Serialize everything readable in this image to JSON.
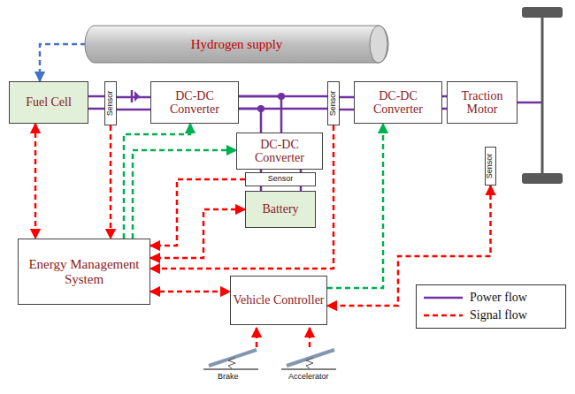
{
  "diagram": {
    "nodes": [
      {
        "text": [
          "Hydrogen supply"
        ]
      },
      {
        "text": [
          "Fuel Cell"
        ]
      },
      {
        "text": [
          "Sensor"
        ]
      },
      {
        "text": [
          "DC-DC Converter"
        ]
      },
      {
        "text": [
          "Sensor"
        ]
      },
      {
        "text": [
          "DC-DC Converter"
        ]
      },
      {
        "text": [
          "Traction Motor"
        ]
      },
      {
        "text": [
          "DC-DC Converter"
        ]
      },
      {
        "text": [
          "Sensor"
        ]
      },
      {
        "text": [
          "Battery"
        ]
      },
      {
        "text": [
          "Sensor"
        ]
      },
      {
        "text": [
          "Energy Management System"
        ]
      },
      {
        "text": [
          "Vehicle Controller"
        ]
      }
    ],
    "edges": [
      {
        "from": 0,
        "to": 1,
        "arrow": "to"
      },
      {
        "from": 1,
        "to": 2,
        "arrow": "none"
      },
      {
        "from": 2,
        "to": 3,
        "arrow": "none"
      },
      {
        "from": 3,
        "to": 4,
        "arrow": "none"
      },
      {
        "from": 4,
        "to": 5,
        "arrow": "none"
      },
      {
        "from": 5,
        "to": 6,
        "arrow": "none"
      },
      {
        "from": 3,
        "to": 7,
        "arrow": "none"
      },
      {
        "from": 7,
        "to": 8,
        "arrow": "none"
      },
      {
        "from": 8,
        "to": 9,
        "arrow": "none"
      },
      {
        "from": 1,
        "to": 11,
        "arrow": "both"
      },
      {
        "from": 2,
        "to": 11,
        "arrow": "to"
      },
      {
        "from": 11,
        "to": 3,
        "arrow": "to"
      },
      {
        "from": 11,
        "to": 7,
        "arrow": "to"
      },
      {
        "from": 8,
        "to": 11,
        "arrow": "to"
      },
      {
        "from": 9,
        "to": 11,
        "arrow": "both"
      },
      {
        "from": 4,
        "to": 11,
        "arrow": "to"
      },
      {
        "from": 11,
        "to": 12,
        "arrow": "both"
      },
      {
        "from": 12,
        "to": 5,
        "arrow": "to"
      },
      {
        "from": 10,
        "to": 12,
        "arrow": "both"
      }
    ],
    "labels": [
      "Brake",
      "Accelerator"
    ],
    "legend": [
      {
        "text": "Power flow"
      },
      {
        "text": "Signal flow"
      }
    ]
  }
}
